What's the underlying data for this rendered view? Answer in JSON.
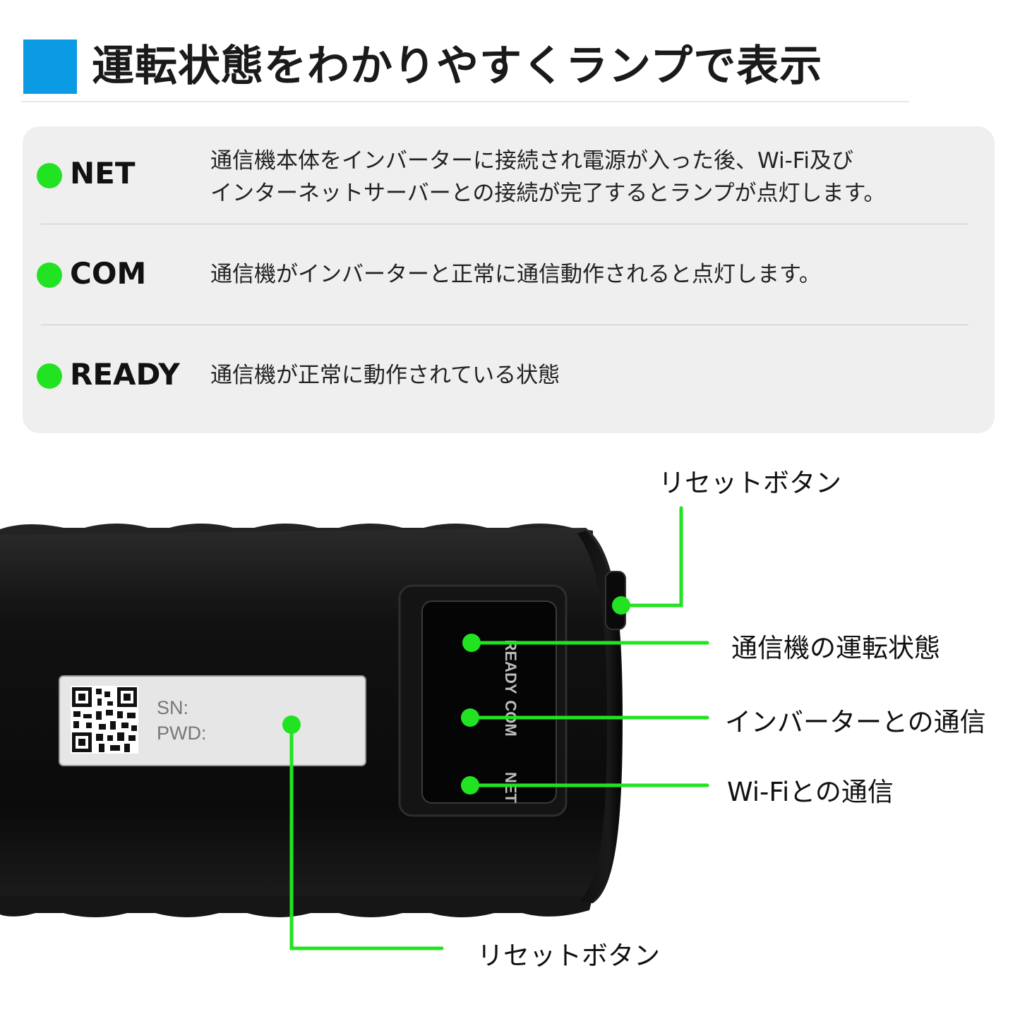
{
  "header": {
    "title": "運転状態をわかりやすくランプで表示",
    "accent_color": "#0a9be4"
  },
  "lamps": [
    {
      "name": "NET",
      "desc_line1": "通信機本体をインバーターに接続され電源が入った後、Wi-Fi及び",
      "desc_line2": "インターネットサーバーとの接続が完了するとランプが点灯します。"
    },
    {
      "name": "COM",
      "desc_line1": "通信機がインバーターと正常に通信動作されると点灯します。"
    },
    {
      "name": "READY",
      "desc_line1": "通信機が正常に動作されている状態"
    }
  ],
  "lamp_color": "#22e322",
  "device": {
    "label_sn": "SN:",
    "label_pwd": "PWD:",
    "led_ready": "READY",
    "led_com": "COM",
    "led_net": "NET"
  },
  "callouts": {
    "reset_top": "リセットボタン",
    "ready": "通信機の運転状態",
    "com": "インバーターとの通信",
    "net": "Wi-Fiとの通信",
    "reset_bottom": "リセットボタン"
  }
}
